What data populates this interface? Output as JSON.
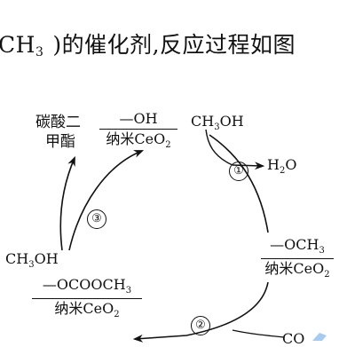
{
  "header": {
    "prefix": "CH",
    "prefix_sub": "3",
    "suffix": ")的催化剂,反应过程如图"
  },
  "species": {
    "product_dmc": {
      "line1": "碳酸二",
      "line2": "甲酯"
    },
    "catalyst": {
      "group": "—OH",
      "support": "纳米CeO",
      "support_sub": "2"
    },
    "methanol_in": {
      "text": "CH",
      "sub": "3",
      "suffix": "OH"
    },
    "water_out": {
      "text": "H",
      "sub": "2",
      "suffix": "O"
    },
    "methoxy_intermediate": {
      "group": "—OCH",
      "group_sub": "3",
      "support": "纳米CeO",
      "support_sub": "2"
    },
    "methanol_in_2": {
      "text": "CH",
      "sub": "3",
      "suffix": "OH"
    },
    "carbonate_intermediate": {
      "group": "—OCOOCH",
      "group_sub": "3",
      "support": "纳米CeO",
      "support_sub": "2"
    },
    "co2_in": {
      "text": "CO"
    }
  },
  "steps": {
    "step1": "①",
    "step2": "②",
    "step3": "③"
  },
  "colors": {
    "ink": "#111111",
    "watermark": "#6aa8e8"
  }
}
